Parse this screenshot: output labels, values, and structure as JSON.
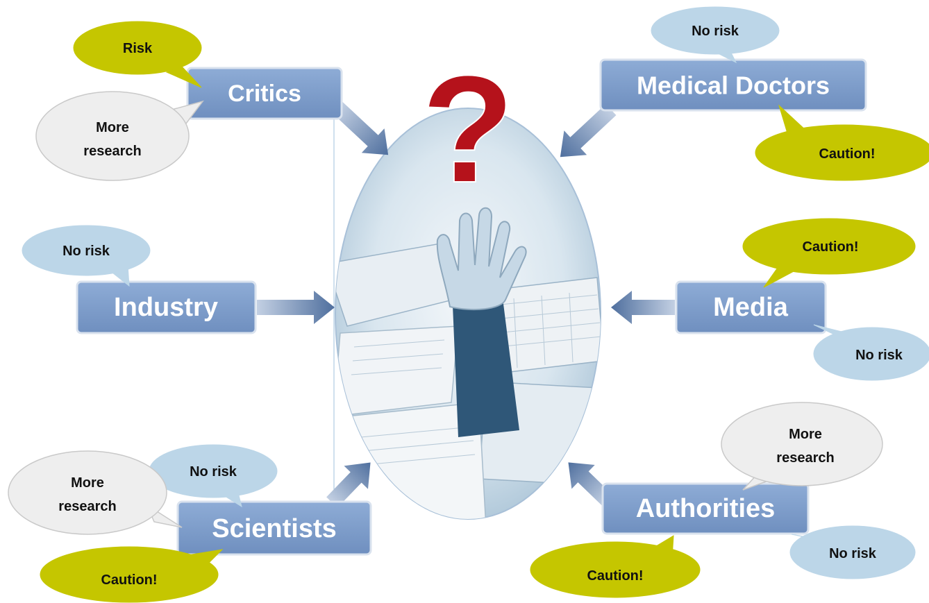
{
  "center": {
    "symbol": "?"
  },
  "stakeholders": {
    "critics": "Critics",
    "medical_doctors": "Medical Doctors",
    "industry": "Industry",
    "media": "Media",
    "scientists": "Scientists",
    "authorities": "Authorities"
  },
  "opinions": {
    "risk": "Risk",
    "no_risk": "No risk",
    "caution": "Caution!",
    "more": "More",
    "research": "research"
  },
  "colors": {
    "box": "#7f9fce",
    "box_border": "#d9e2ee",
    "arrow": "#5877a4",
    "risk_bubble": "#c5c600",
    "no_risk_bubble": "#bcd6e8",
    "research_bubble": "#eeeeee",
    "question_mark": "#b5121b"
  }
}
